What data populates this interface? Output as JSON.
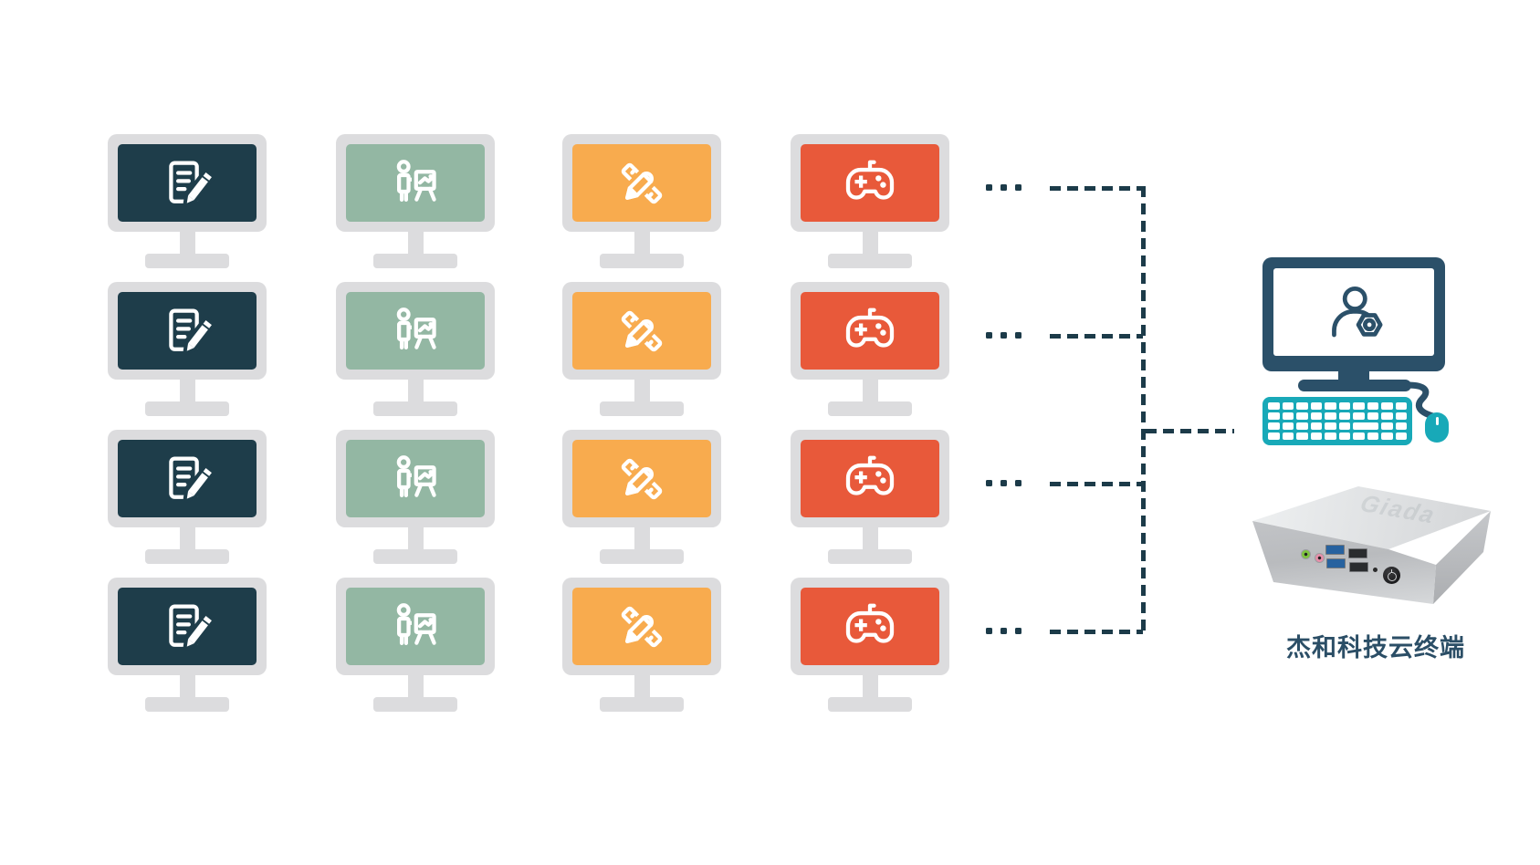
{
  "client_grid": {
    "rows": 4,
    "ellipsis": "...",
    "frame_color": "#dcdcde",
    "columns": [
      {
        "name": "office-workstation",
        "screen_color": "#1e3d4a",
        "icon": "document-edit-icon"
      },
      {
        "name": "presentation-workstation",
        "screen_color": "#93b7a3",
        "icon": "presentation-chart-icon"
      },
      {
        "name": "design-workstation",
        "screen_color": "#f8ab4e",
        "icon": "ruler-pencil-icon"
      },
      {
        "name": "gaming-workstation",
        "screen_color": "#e8593a",
        "icon": "game-controller-icon"
      }
    ]
  },
  "connectors": {
    "color": "#1c3b49",
    "style": "dashed"
  },
  "admin_station": {
    "monitor_color": "#2b5069",
    "peripheral_color": "#18a9b8",
    "screen_icon": "user-gear-icon"
  },
  "cloud_terminal": {
    "label": "杰和科技云终端",
    "label_color": "#2b4e66",
    "device_logo": "Giada"
  }
}
